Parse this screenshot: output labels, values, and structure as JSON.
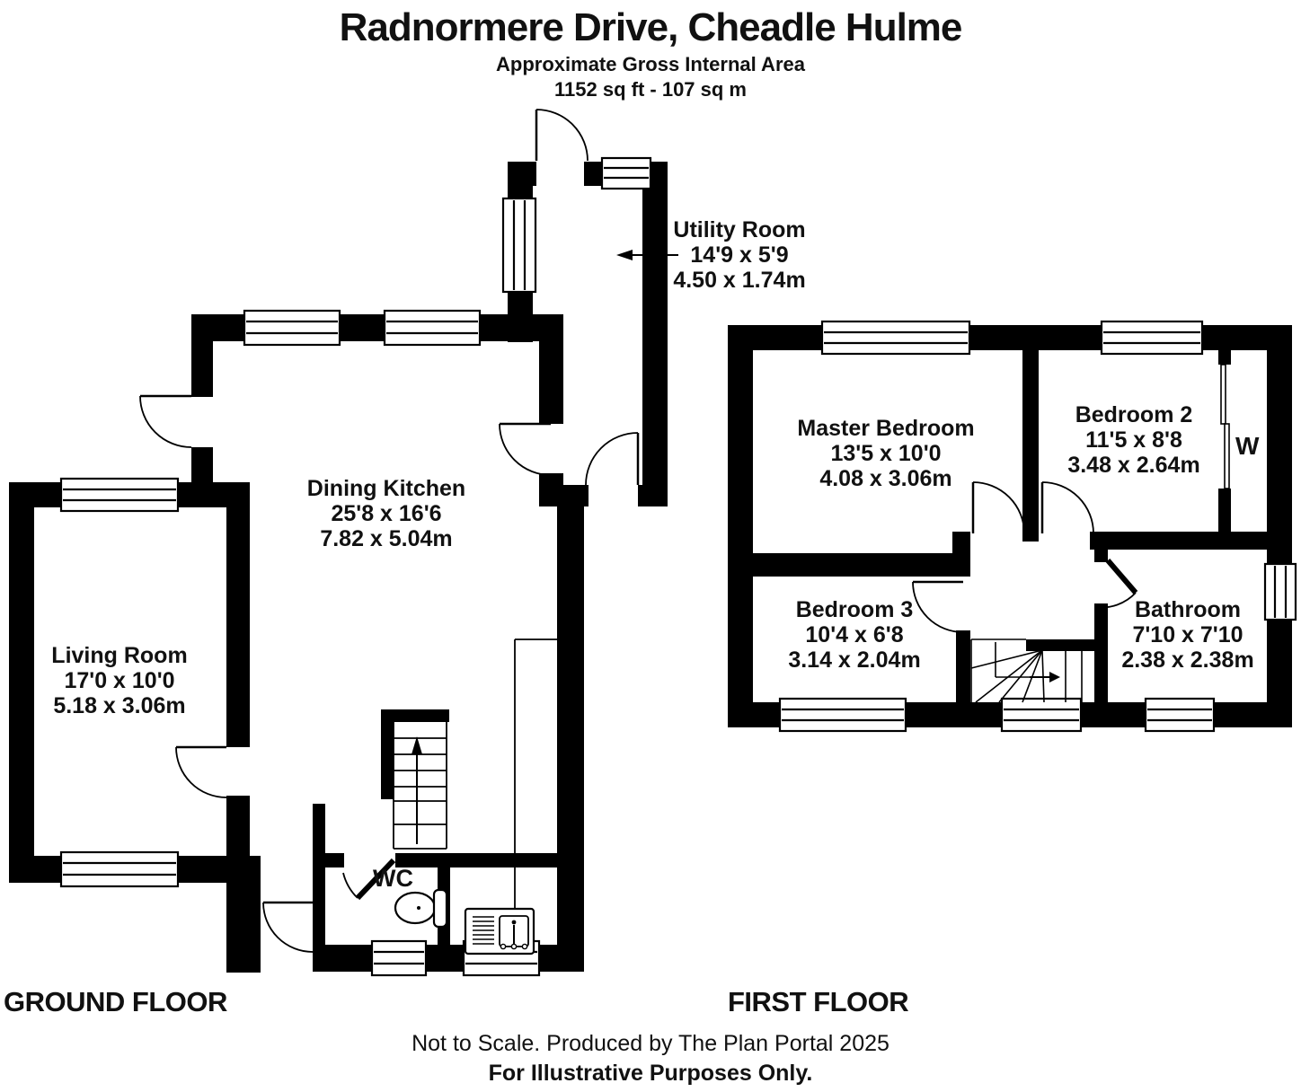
{
  "header": {
    "title": "Radnormere Drive, Cheadle Hulme",
    "subtitle": "Approximate Gross Internal Area",
    "area": "1152 sq ft - 107 sq m"
  },
  "ground_floor": {
    "label": "GROUND FLOOR",
    "rooms": {
      "utility": {
        "name": "Utility Room",
        "size_imperial": "14'9 x 5'9",
        "size_metric": "4.50 x 1.74m"
      },
      "dining_kitchen": {
        "name": "Dining Kitchen",
        "size_imperial": "25'8 x 16'6",
        "size_metric": "7.82 x 5.04m"
      },
      "living_room": {
        "name": "Living Room",
        "size_imperial": "17'0 x 10'0",
        "size_metric": "5.18 x 3.06m"
      },
      "wc": {
        "name": "WC"
      }
    }
  },
  "first_floor": {
    "label": "FIRST FLOOR",
    "rooms": {
      "master_bedroom": {
        "name": "Master Bedroom",
        "size_imperial": "13'5 x 10'0",
        "size_metric": "4.08 x 3.06m"
      },
      "bedroom_2": {
        "name": "Bedroom 2",
        "size_imperial": "11'5 x 8'8",
        "size_metric": "3.48 x 2.64m"
      },
      "bedroom_3": {
        "name": "Bedroom 3",
        "size_imperial": "10'4 x 6'8",
        "size_metric": "3.14 x 2.04m"
      },
      "bathroom": {
        "name": "Bathroom",
        "size_imperial": "7'10 x 7'10",
        "size_metric": "2.38 x 2.38m"
      },
      "wardrobe": {
        "label": "W"
      }
    }
  },
  "footer": {
    "line1": "Not to Scale. Produced by The Plan Portal 2025",
    "line2": "For Illustrative Purposes Only."
  },
  "colors": {
    "walls": "#000000",
    "background": "#ffffff",
    "text": "#111111"
  }
}
